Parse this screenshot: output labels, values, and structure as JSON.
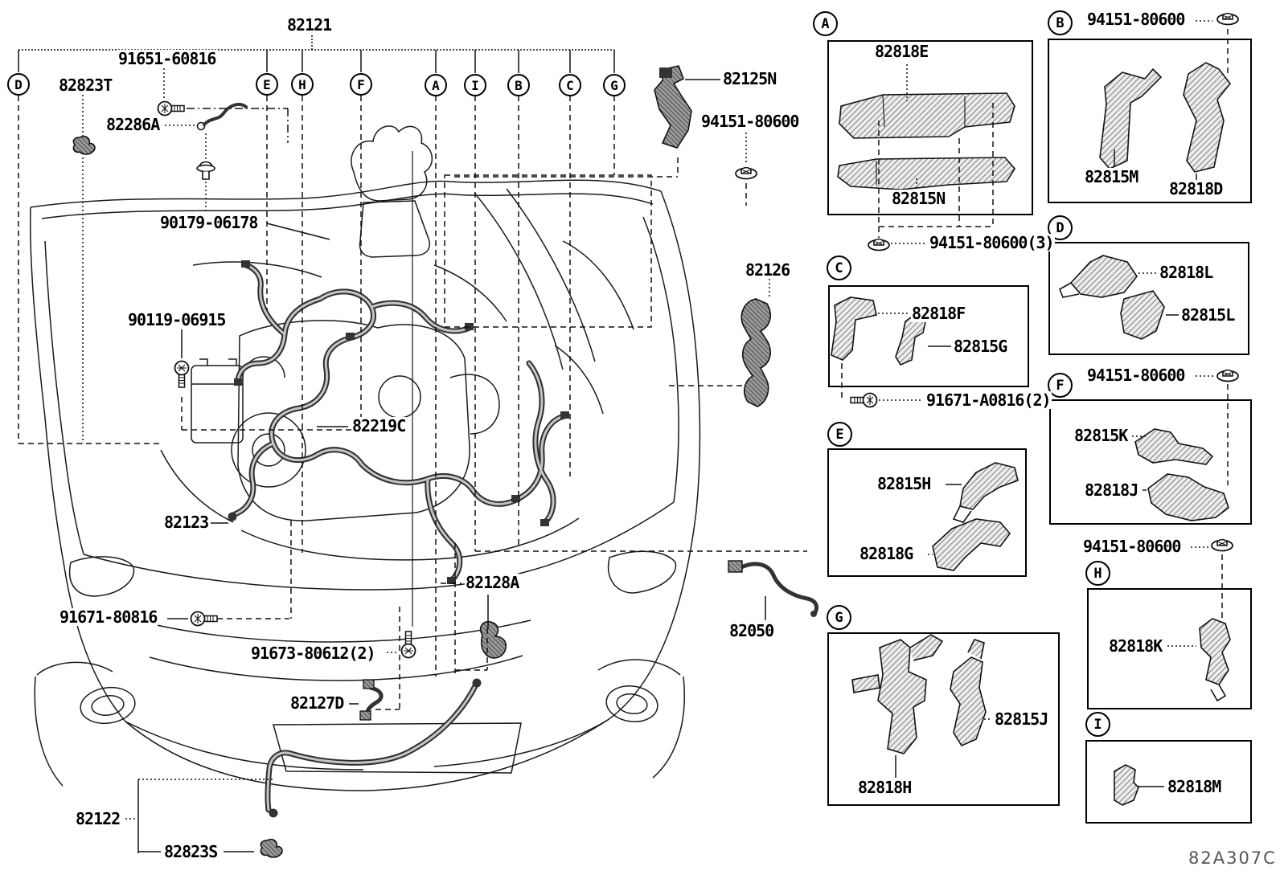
{
  "footer": {
    "drawing_code": "82A307C"
  },
  "main": {
    "harness_label": "82121",
    "callout_letters": [
      "D",
      "E",
      "H",
      "F",
      "A",
      "I",
      "B",
      "C",
      "G"
    ],
    "part_labels": {
      "p91651": "91651-60816",
      "p82823t": "82823T",
      "p82286a": "82286A",
      "p90179": "90179-06178",
      "p90119": "90119-06915",
      "p82219c": "82219C",
      "p82123": "82123",
      "p91671": "91671-80816",
      "p91673": "91673-80612(2)",
      "p82127d": "82127D",
      "p82128a": "82128A",
      "p82050": "82050",
      "p82122": "82122",
      "p82823s": "82823S",
      "p82125n": "82125N",
      "p94151top": "94151-80600",
      "p82126": "82126"
    }
  },
  "panels": {
    "a": {
      "letter": "A",
      "fastener": "94151-80600(3)",
      "parts": {
        "p1": "82818E",
        "p2": "82815N"
      }
    },
    "b": {
      "letter": "B",
      "fastener": "94151-80600",
      "parts": {
        "p1": "82815M",
        "p2": "82818D"
      }
    },
    "c": {
      "letter": "C",
      "fastener": "91671-A0816(2)",
      "parts": {
        "p1": "82818F",
        "p2": "82815G"
      }
    },
    "d": {
      "letter": "D",
      "parts": {
        "p1": "82818L",
        "p2": "82815L"
      }
    },
    "e": {
      "letter": "E",
      "parts": {
        "p1": "82815H",
        "p2": "82818G"
      }
    },
    "f": {
      "letter": "F",
      "fastener": "94151-80600",
      "parts": {
        "p1": "82815K",
        "p2": "82818J"
      }
    },
    "g": {
      "letter": "G",
      "parts": {
        "p1": "82815J",
        "p2": "82818H"
      }
    },
    "h": {
      "letter": "H",
      "fastener": "94151-80600",
      "parts": {
        "p1": "82818K"
      }
    },
    "i": {
      "letter": "I",
      "parts": {
        "p1": "82818M"
      }
    }
  }
}
